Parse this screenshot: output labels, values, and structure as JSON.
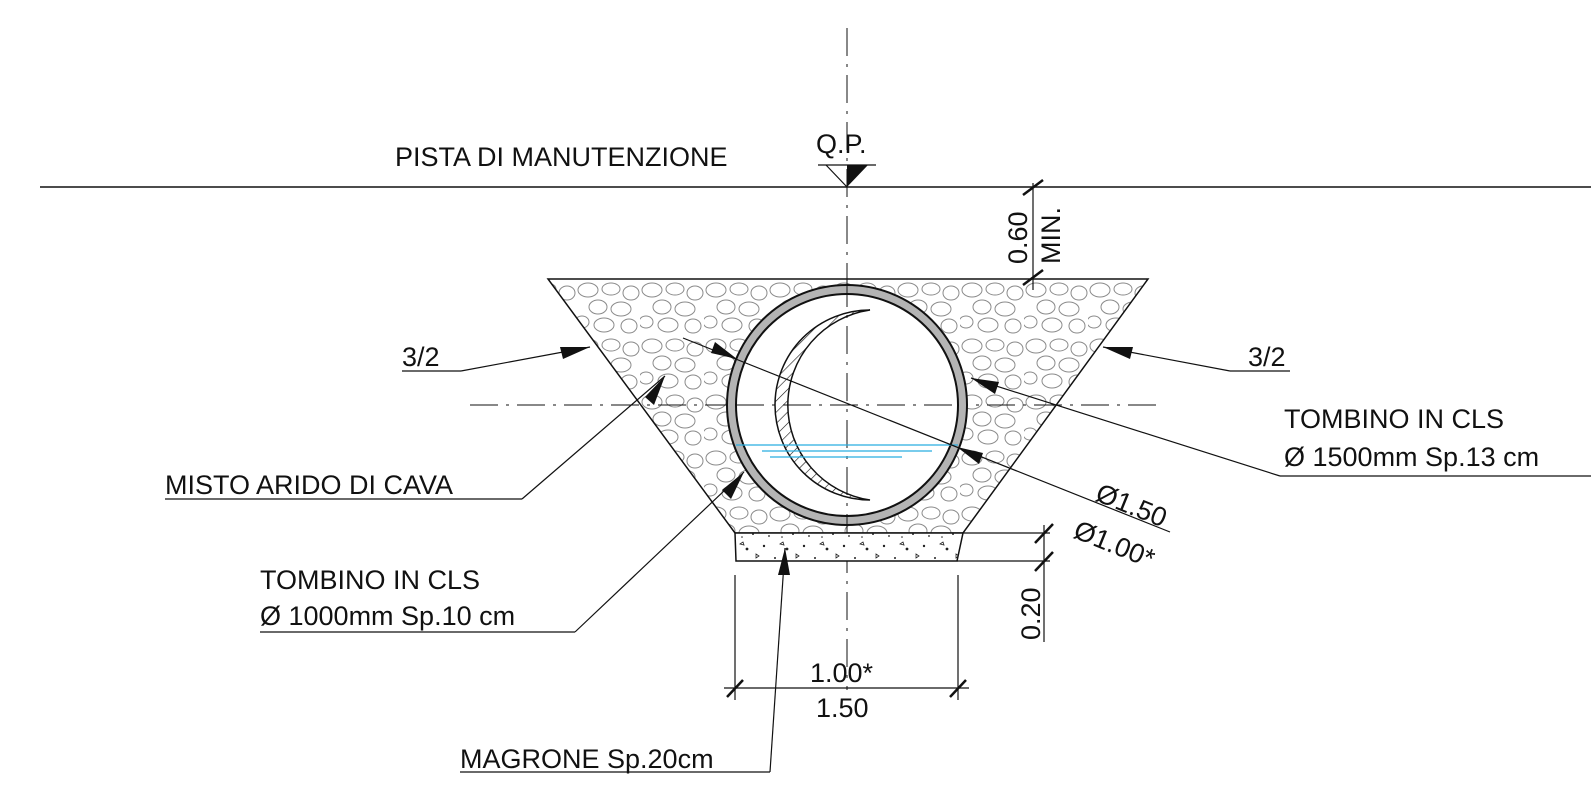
{
  "labels": {
    "surface": "PISTA DI MANUTENZIONE",
    "elevation_marker": "Q.P.",
    "slope_left": "3/2",
    "slope_right": "3/2",
    "fill_material": "MISTO ARIDO DI CAVA",
    "pipe_small_line1": "TOMBINO IN CLS",
    "pipe_small_line2": "Ø 1000mm Sp.10 cm",
    "pipe_large_line1": "TOMBINO IN CLS",
    "pipe_large_line2": "Ø 1500mm Sp.13 cm",
    "base_concrete": "MAGRONE Sp.20cm"
  },
  "dimensions": {
    "cover_value": "0.60",
    "cover_note": "MIN.",
    "diameter_large": "Ø1.50",
    "diameter_small": "Ø1.00*",
    "base_thickness": "0.20",
    "width_small": "1.00*",
    "width_large": "1.50"
  },
  "colors": {
    "line": "#111111",
    "pipe_wall": "#b4b4b4",
    "water": "#29aee0",
    "fill_hatch": "#8a8a8a"
  }
}
